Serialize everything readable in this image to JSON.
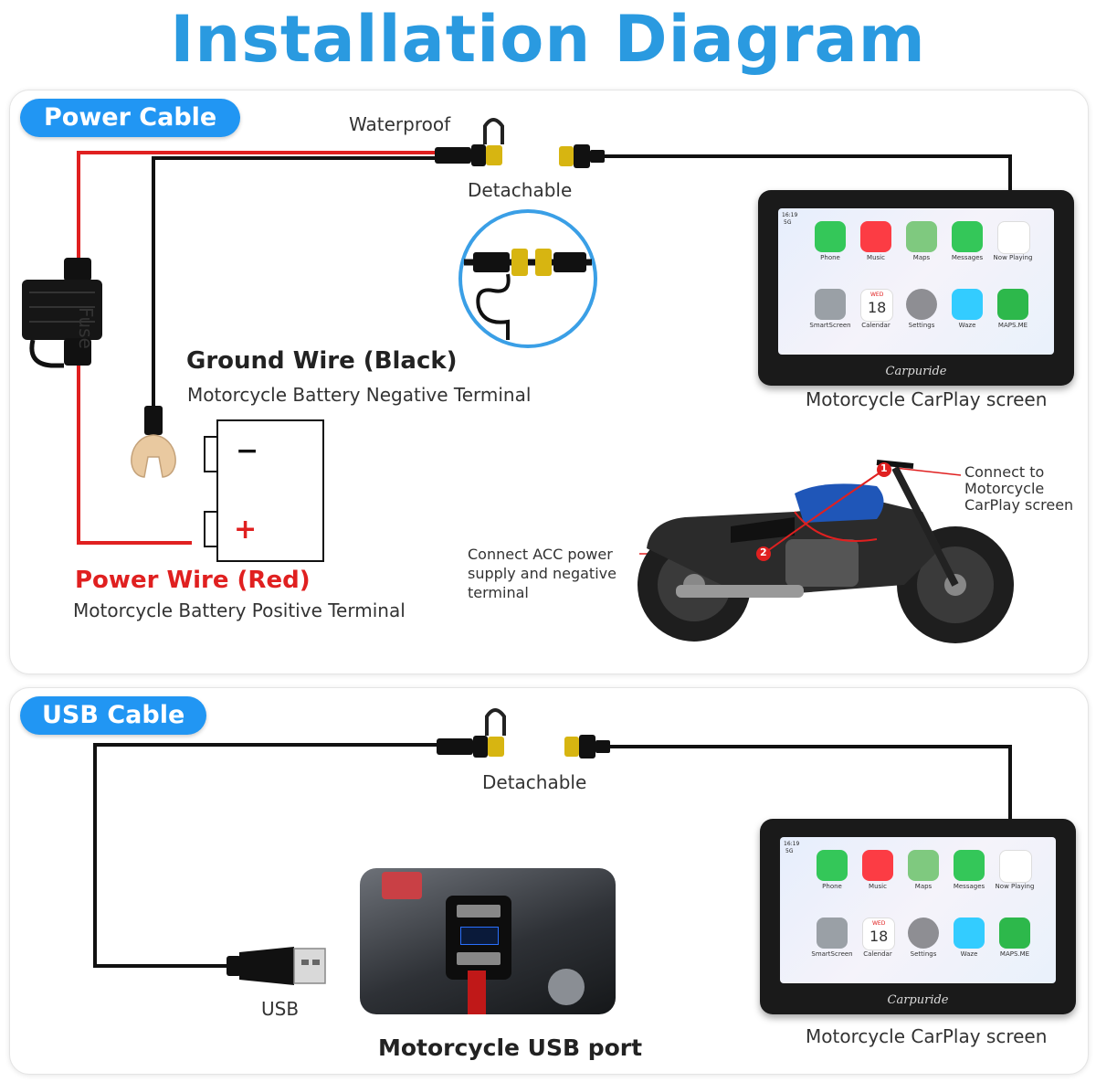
{
  "title": "Installation Diagram",
  "power_section": {
    "badge": "Power Cable",
    "waterproof": "Waterproof",
    "detachable": "Detachable",
    "fuse": "Fuse",
    "ground_title": "Ground Wire (Black)",
    "ground_sub": "Motorcycle Battery Negative Terminal",
    "power_title": "Power Wire (Red)",
    "power_sub": "Motorcycle Battery Positive Terminal",
    "battery_minus": "−",
    "battery_plus": "+",
    "screen_caption": "Motorcycle CarPlay screen",
    "connect_screen": [
      "Connect to",
      "Motorcycle",
      "CarPlay screen"
    ],
    "connect_acc": [
      "Connect ACC power",
      "supply and negative",
      "terminal"
    ],
    "marker_1": "1",
    "marker_2": "2"
  },
  "usb_section": {
    "badge": "USB Cable",
    "detachable": "Detachable",
    "usb_label": "USB",
    "port_caption": "Motorcycle USB port",
    "screen_caption": "Motorcycle CarPlay screen"
  },
  "screen": {
    "brand": "Carpuride",
    "status_time": "16:19",
    "status_net": "5G",
    "calendar_day": "WED",
    "calendar_date": "18",
    "apps": [
      {
        "name": "Phone",
        "color": "#34c759"
      },
      {
        "name": "Music",
        "color": "#fc3c44"
      },
      {
        "name": "Maps",
        "color": "#7fc97f"
      },
      {
        "name": "Messages",
        "color": "#34c759"
      },
      {
        "name": "Now Playing",
        "color": "#ffffff"
      },
      {
        "name": "SmartScreen",
        "color": "#9aa0a6"
      },
      {
        "name": "Calendar",
        "color": "#ffffff"
      },
      {
        "name": "Settings",
        "color": "#8e8e93"
      },
      {
        "name": "Waze",
        "color": "#33ccff"
      },
      {
        "name": "MAPS.ME",
        "color": "#2db84b"
      }
    ]
  },
  "colors": {
    "accent": "#2196f3",
    "title": "#2a9ae0",
    "power_wire": "#e02020",
    "ground_wire": "#111111"
  }
}
